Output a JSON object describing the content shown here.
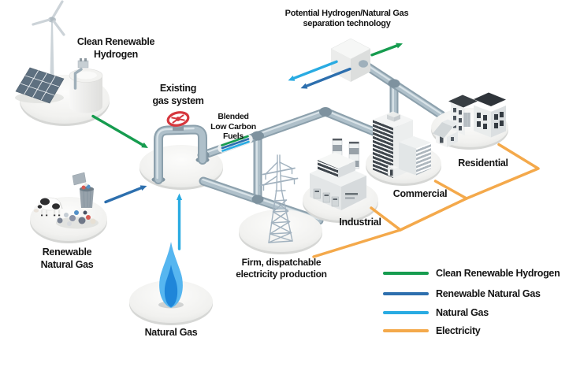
{
  "colors": {
    "clean_renewable_hydrogen": "#169c4f",
    "renewable_natural_gas": "#2d6fae",
    "natural_gas": "#29abe2",
    "electricity": "#f4a94b",
    "valve_red": "#d6373e"
  },
  "labels": {
    "clean_renewable_hydrogen": "Clean Renewable\nHydrogen",
    "existing_gas_system": "Existing\ngas system",
    "separation_technology": "Potential Hydrogen/Natural Gas\nseparation technology",
    "blended_low_carbon_fuels": "Blended\nLow Carbon\nFuels",
    "renewable_natural_gas": "Renewable\nNatural Gas",
    "natural_gas": "Natural Gas",
    "electricity_production": "Firm, dispatchable\nelectricity production",
    "industrial": "Industrial",
    "commercial": "Commercial",
    "residential": "Residential"
  },
  "legend": {
    "items": [
      {
        "label": "Clean Renewable Hydrogen",
        "color": "#169c4f"
      },
      {
        "label": "Renewable Natural Gas",
        "color": "#2d6fae"
      },
      {
        "label": "Natural Gas",
        "color": "#29abe2"
      },
      {
        "label": "Electricity",
        "color": "#f4a94b"
      }
    ]
  }
}
